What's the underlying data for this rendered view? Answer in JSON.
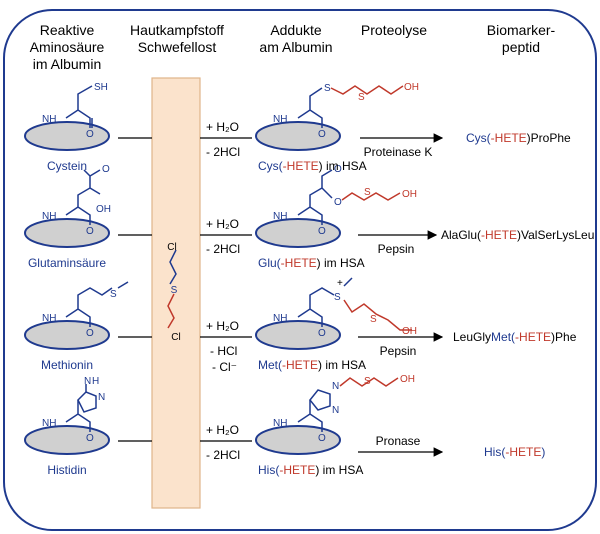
{
  "headers": {
    "col1": [
      "Reaktive",
      "Aminosäure",
      "im Albumin"
    ],
    "col2": [
      "Hautkampfstoff",
      "Schwefellost"
    ],
    "col3": [
      "Addukte",
      "am Albumin"
    ],
    "col4": [
      "Proteolyse"
    ],
    "col5": [
      "Biomarker-",
      "peptid"
    ]
  },
  "reagent": {
    "water": "+ H₂O",
    "cl_atom": "Cl",
    "s_atom": "S"
  },
  "rows": [
    {
      "amino_acid": "Cystein",
      "side_atoms": [
        "SH"
      ],
      "loss": [
        "- 2HCl"
      ],
      "adduct_prefix": "Cys(",
      "adduct_mod": "-HETE",
      "adduct_suffix": ") im HSA",
      "adduct_atoms": [
        "S",
        "S",
        "OH"
      ],
      "enzyme": "Proteinase K",
      "peptide_pre": "",
      "peptide_aa": "Cys(",
      "peptide_mod": "-HETE",
      "peptide_post": ")ProPhe"
    },
    {
      "amino_acid": "Glutaminsäure",
      "side_atoms": [
        "O",
        "OH"
      ],
      "loss": [
        "- 2HCl"
      ],
      "adduct_prefix": "Glu(",
      "adduct_mod": "-HETE",
      "adduct_suffix": ") im HSA",
      "adduct_atoms": [
        "O",
        "O",
        "S",
        "OH"
      ],
      "enzyme": "Pepsin",
      "peptide_pre": "AlaGlu(",
      "peptide_aa": "",
      "peptide_mod": "-HETE",
      "peptide_post": ")ValSerLysLeu"
    },
    {
      "amino_acid": "Methionin",
      "side_atoms": [
        "S"
      ],
      "loss": [
        "- HCl",
        "- Cl⁻"
      ],
      "adduct_prefix": "Met(",
      "adduct_mod": "-HETE",
      "adduct_suffix": ") im HSA",
      "adduct_atoms": [
        "S",
        "+",
        "S",
        "OH"
      ],
      "enzyme": "Pepsin",
      "peptide_pre": "LeuGly",
      "peptide_aa": "Met(",
      "peptide_mod": "-HETE",
      "peptide_post": ")Phe"
    },
    {
      "amino_acid": "Histidin",
      "side_atoms": [
        "N",
        "N",
        "H"
      ],
      "loss": [
        "- 2HCl"
      ],
      "adduct_prefix": "His(",
      "adduct_mod": "-HETE",
      "adduct_suffix": ") im HSA",
      "adduct_atoms": [
        "N",
        "N",
        "S",
        "OH"
      ],
      "enzyme": "Pronase",
      "peptide_pre": "",
      "peptide_aa": "His(",
      "peptide_mod": "-HETE",
      "peptide_post": ")"
    }
  ],
  "backbone": {
    "nh": "NH",
    "o": "O"
  },
  "colors": {
    "protein": "#1f3a8f",
    "hete": "#c0392b",
    "reagent_box": "#fbe3cc",
    "reagent_border": "#e0b58a",
    "disc": "#d0d0d0"
  }
}
